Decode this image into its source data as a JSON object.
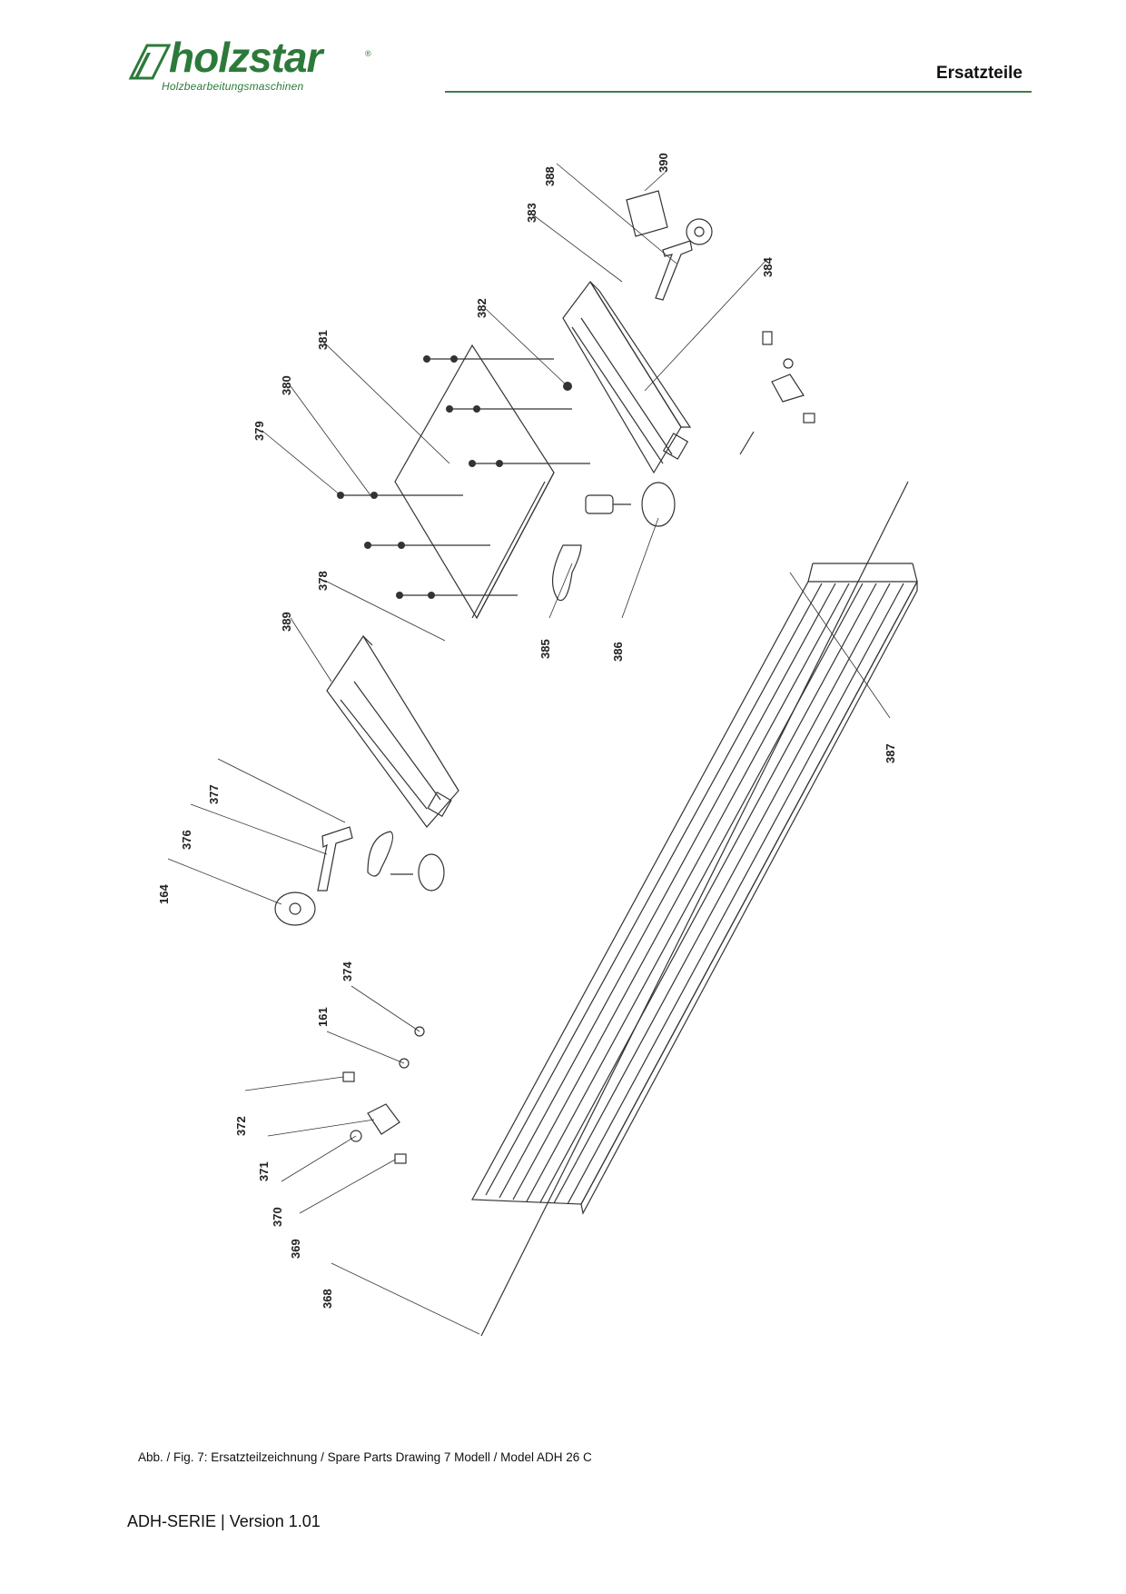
{
  "header": {
    "logo_text": "holzstar",
    "logo_registered": "®",
    "logo_tagline": "Holzbearbeitungsmaschinen",
    "section_title": "Ersatzteile",
    "brand_color": "#2c7a3a"
  },
  "drawing": {
    "callouts": [
      "390",
      "388",
      "383",
      "382",
      "384",
      "381",
      "380",
      "379",
      "378",
      "385",
      "386",
      "389",
      "387",
      "377",
      "376",
      "164",
      "374",
      "161",
      "372",
      "371",
      "370",
      "369",
      "368"
    ]
  },
  "caption": "Abb. / Fig. 7: Ersatzteilzeichnung / Spare Parts Drawing 7 Modell / Model ADH 26 C",
  "footer": "ADH-SERIE | Version 1.01"
}
